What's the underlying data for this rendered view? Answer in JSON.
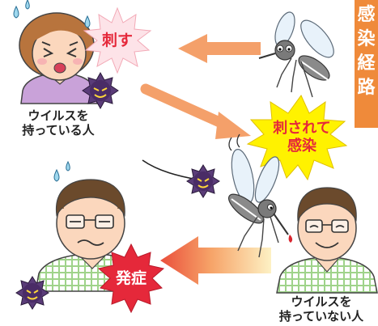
{
  "side_title": [
    "感",
    "染",
    "経",
    "路"
  ],
  "labels": {
    "virus_person_line1": "ウイルスを",
    "virus_person_line2": "持っている人",
    "healthy_person_line1": "ウイルスを",
    "healthy_person_line2": "持っていない人"
  },
  "bursts": {
    "bite": "刺す",
    "infected_line1": "刺されて",
    "infected_line2": "感染",
    "onset": "発症"
  },
  "colors": {
    "accent_orange": "#ef8a3a",
    "burst_red": "#e5283a",
    "burst_pink": "#fde3e8",
    "burst_yellow": "#fff200",
    "virus_purple": "#5a3c78",
    "arrow_orange": "#f4a06a"
  }
}
